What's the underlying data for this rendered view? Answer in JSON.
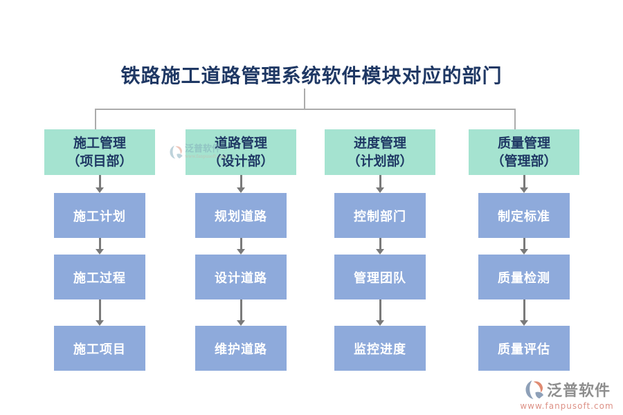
{
  "title": "铁路施工道路管理系统软件模块对应的部门",
  "columns": [
    {
      "header": {
        "line1": "施工管理",
        "line2": "（项目部）"
      },
      "modules": [
        "施工计划",
        "施工过程",
        "施工项目"
      ]
    },
    {
      "header": {
        "line1": "道路管理",
        "line2": "（设计部）"
      },
      "modules": [
        "规划道路",
        "设计道路",
        "维护道路"
      ]
    },
    {
      "header": {
        "line1": "进度管理",
        "line2": "（计划部）"
      },
      "modules": [
        "控制部门",
        "管理团队",
        "监控进度"
      ]
    },
    {
      "header": {
        "line1": "质量管理",
        "line2": "（管理部）"
      },
      "modules": [
        "制定标准",
        "质量检测",
        "质量评估"
      ]
    }
  ],
  "watermark": {
    "name": "泛普软件",
    "url": "www.fanpusoft.com"
  },
  "footer_logo": {
    "name": "泛普软件",
    "url": "www.fanpusoft.com"
  },
  "colors": {
    "title_text": "#1F3864",
    "header_box_bg": "#A5E3D0",
    "header_box_text": "#1F3864",
    "module_box_bg": "#8EAADB",
    "module_box_text": "#FFFFFF",
    "connector_line": "#ABABAB",
    "arrow": "#7A7A7A",
    "footer_name_text": "#8E8E8E",
    "footer_url_text": "#DD9186"
  }
}
